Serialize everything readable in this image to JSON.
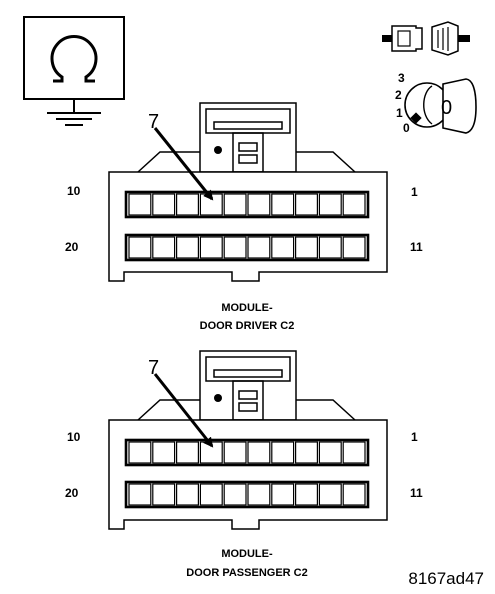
{
  "symbols": {
    "ohmmeter": "ohmmeter-icon",
    "connector_disconnect": "connector-disconnect-icon",
    "ignition_switch": "ignition-key-icon",
    "ignition_positions": [
      "3",
      "2",
      "1",
      "0"
    ],
    "ignition_key_position": "0"
  },
  "connectors": [
    {
      "callout_pin": "7",
      "pin_top_left": "10",
      "pin_top_right": "1",
      "pin_bottom_left": "20",
      "pin_bottom_right": "11",
      "caption_line1": "MODULE-",
      "caption_line2": "DOOR DRIVER C2"
    },
    {
      "callout_pin": "7",
      "pin_top_left": "10",
      "pin_top_right": "1",
      "pin_bottom_left": "20",
      "pin_bottom_right": "11",
      "caption_line1": "MODULE-",
      "caption_line2": "DOOR PASSENGER C2"
    }
  ],
  "figure_id": "8167ad47"
}
